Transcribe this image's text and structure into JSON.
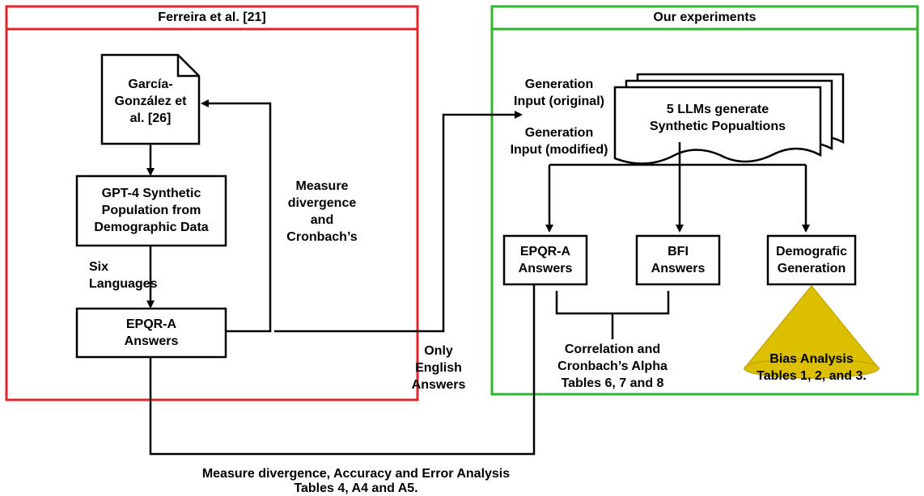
{
  "left_panel": {
    "title": "Ferreira et al. [21]",
    "border_color": "#e0262a"
  },
  "right_panel": {
    "title": "Our experiments",
    "border_color": "#2db52d"
  },
  "nodes": {
    "garcia_doc": "García-\nGonzález et\nal. [26]",
    "gpt4_box": "GPT-4 Synthetic\nPopulation from\nDemographic Data",
    "epqr_left": "EPQR-A\nAnswers",
    "llm_docs": "5 LLMs generate\nSynthetic Popualtions",
    "epqr_right": "EPQR-A\nAnswers",
    "bfi": "BFI\nAnswers",
    "demografic": "Demografic\nGeneration",
    "bias_cone": "Bias Analysis\nTables 1, 2, and 3."
  },
  "labels": {
    "six_languages": "Six\nLanguages",
    "measure_divergence": "Measure\ndivergence\nand\nCronbach’s",
    "gen_original": "Generation\nInput (original)",
    "gen_modified": "Generation\nInput (modified)",
    "only_english": "Only\nEnglish\nAnswers",
    "correlation": "Correlation and\nCronbach’s Alpha\nTables 6, 7 and 8",
    "bottom_caption": "Measure divergence, Accuracy and Error Analysis\nTables 4, A4 and A5."
  },
  "colors": {
    "cone_fill": "#dcc000",
    "cone_stroke": "#c9a800"
  }
}
